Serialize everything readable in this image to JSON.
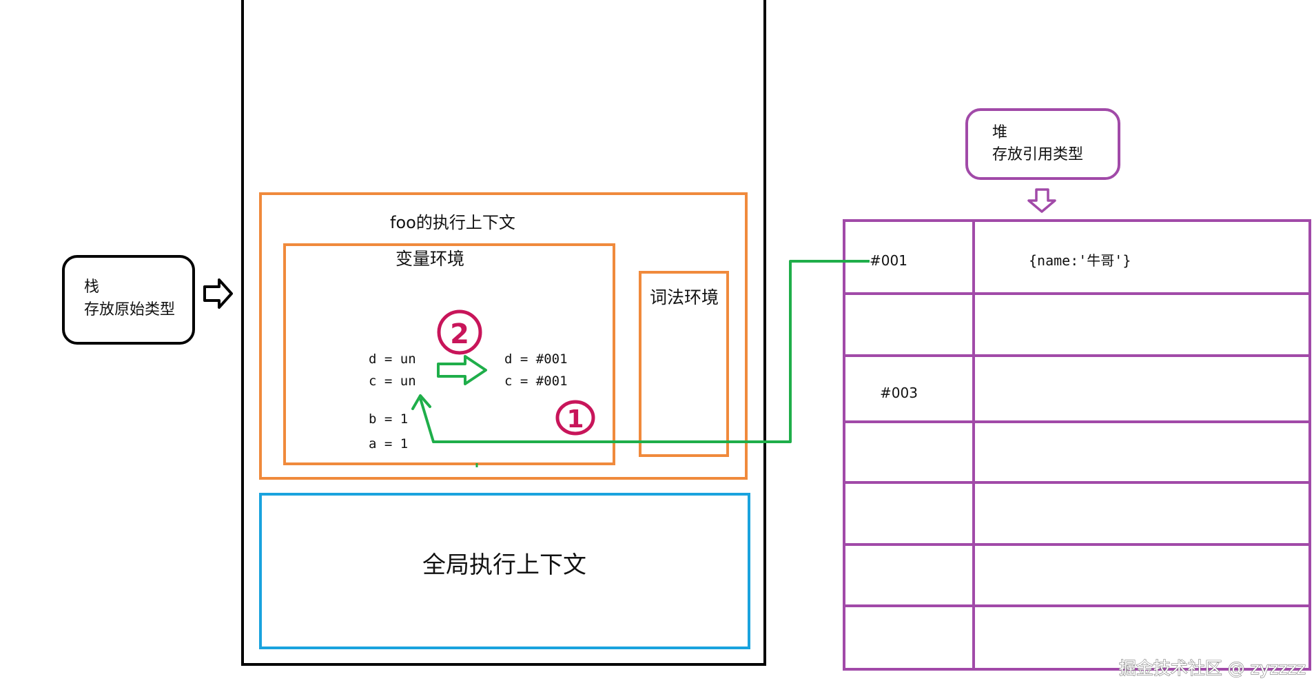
{
  "stack_box": {
    "title": "栈",
    "subtitle": "存放原始类型"
  },
  "heap_box": {
    "title": "堆",
    "subtitle": "存放引用类型"
  },
  "foo_context": {
    "title": "foo的执行上下文",
    "variable_env": {
      "title": "变量环境",
      "before": [
        "d = un",
        "c = un"
      ],
      "after": [
        "d = #001",
        "c = #001"
      ],
      "primitives": [
        "b = 1",
        "a = 1"
      ]
    },
    "lexical_env": {
      "title": "词法环境"
    }
  },
  "global_context": {
    "title": "全局执行上下文"
  },
  "heap_table": {
    "rows": [
      {
        "address": "#001",
        "value": "{name:'牛哥'}"
      },
      {
        "address": "",
        "value": ""
      },
      {
        "address": "#003",
        "value": ""
      },
      {
        "address": "",
        "value": ""
      },
      {
        "address": "",
        "value": ""
      },
      {
        "address": "",
        "value": ""
      },
      {
        "address": "",
        "value": ""
      }
    ]
  },
  "markers": {
    "step_two": "2",
    "step_one": "1"
  },
  "watermark": "掘金技术社区 @ zyzzzz",
  "colors": {
    "stack_frame": "#000000",
    "orange": "#f08a3c",
    "blue": "#1aa3de",
    "purple": "#a14aa8",
    "green": "#1fae4a",
    "magenta": "#c8155a"
  }
}
